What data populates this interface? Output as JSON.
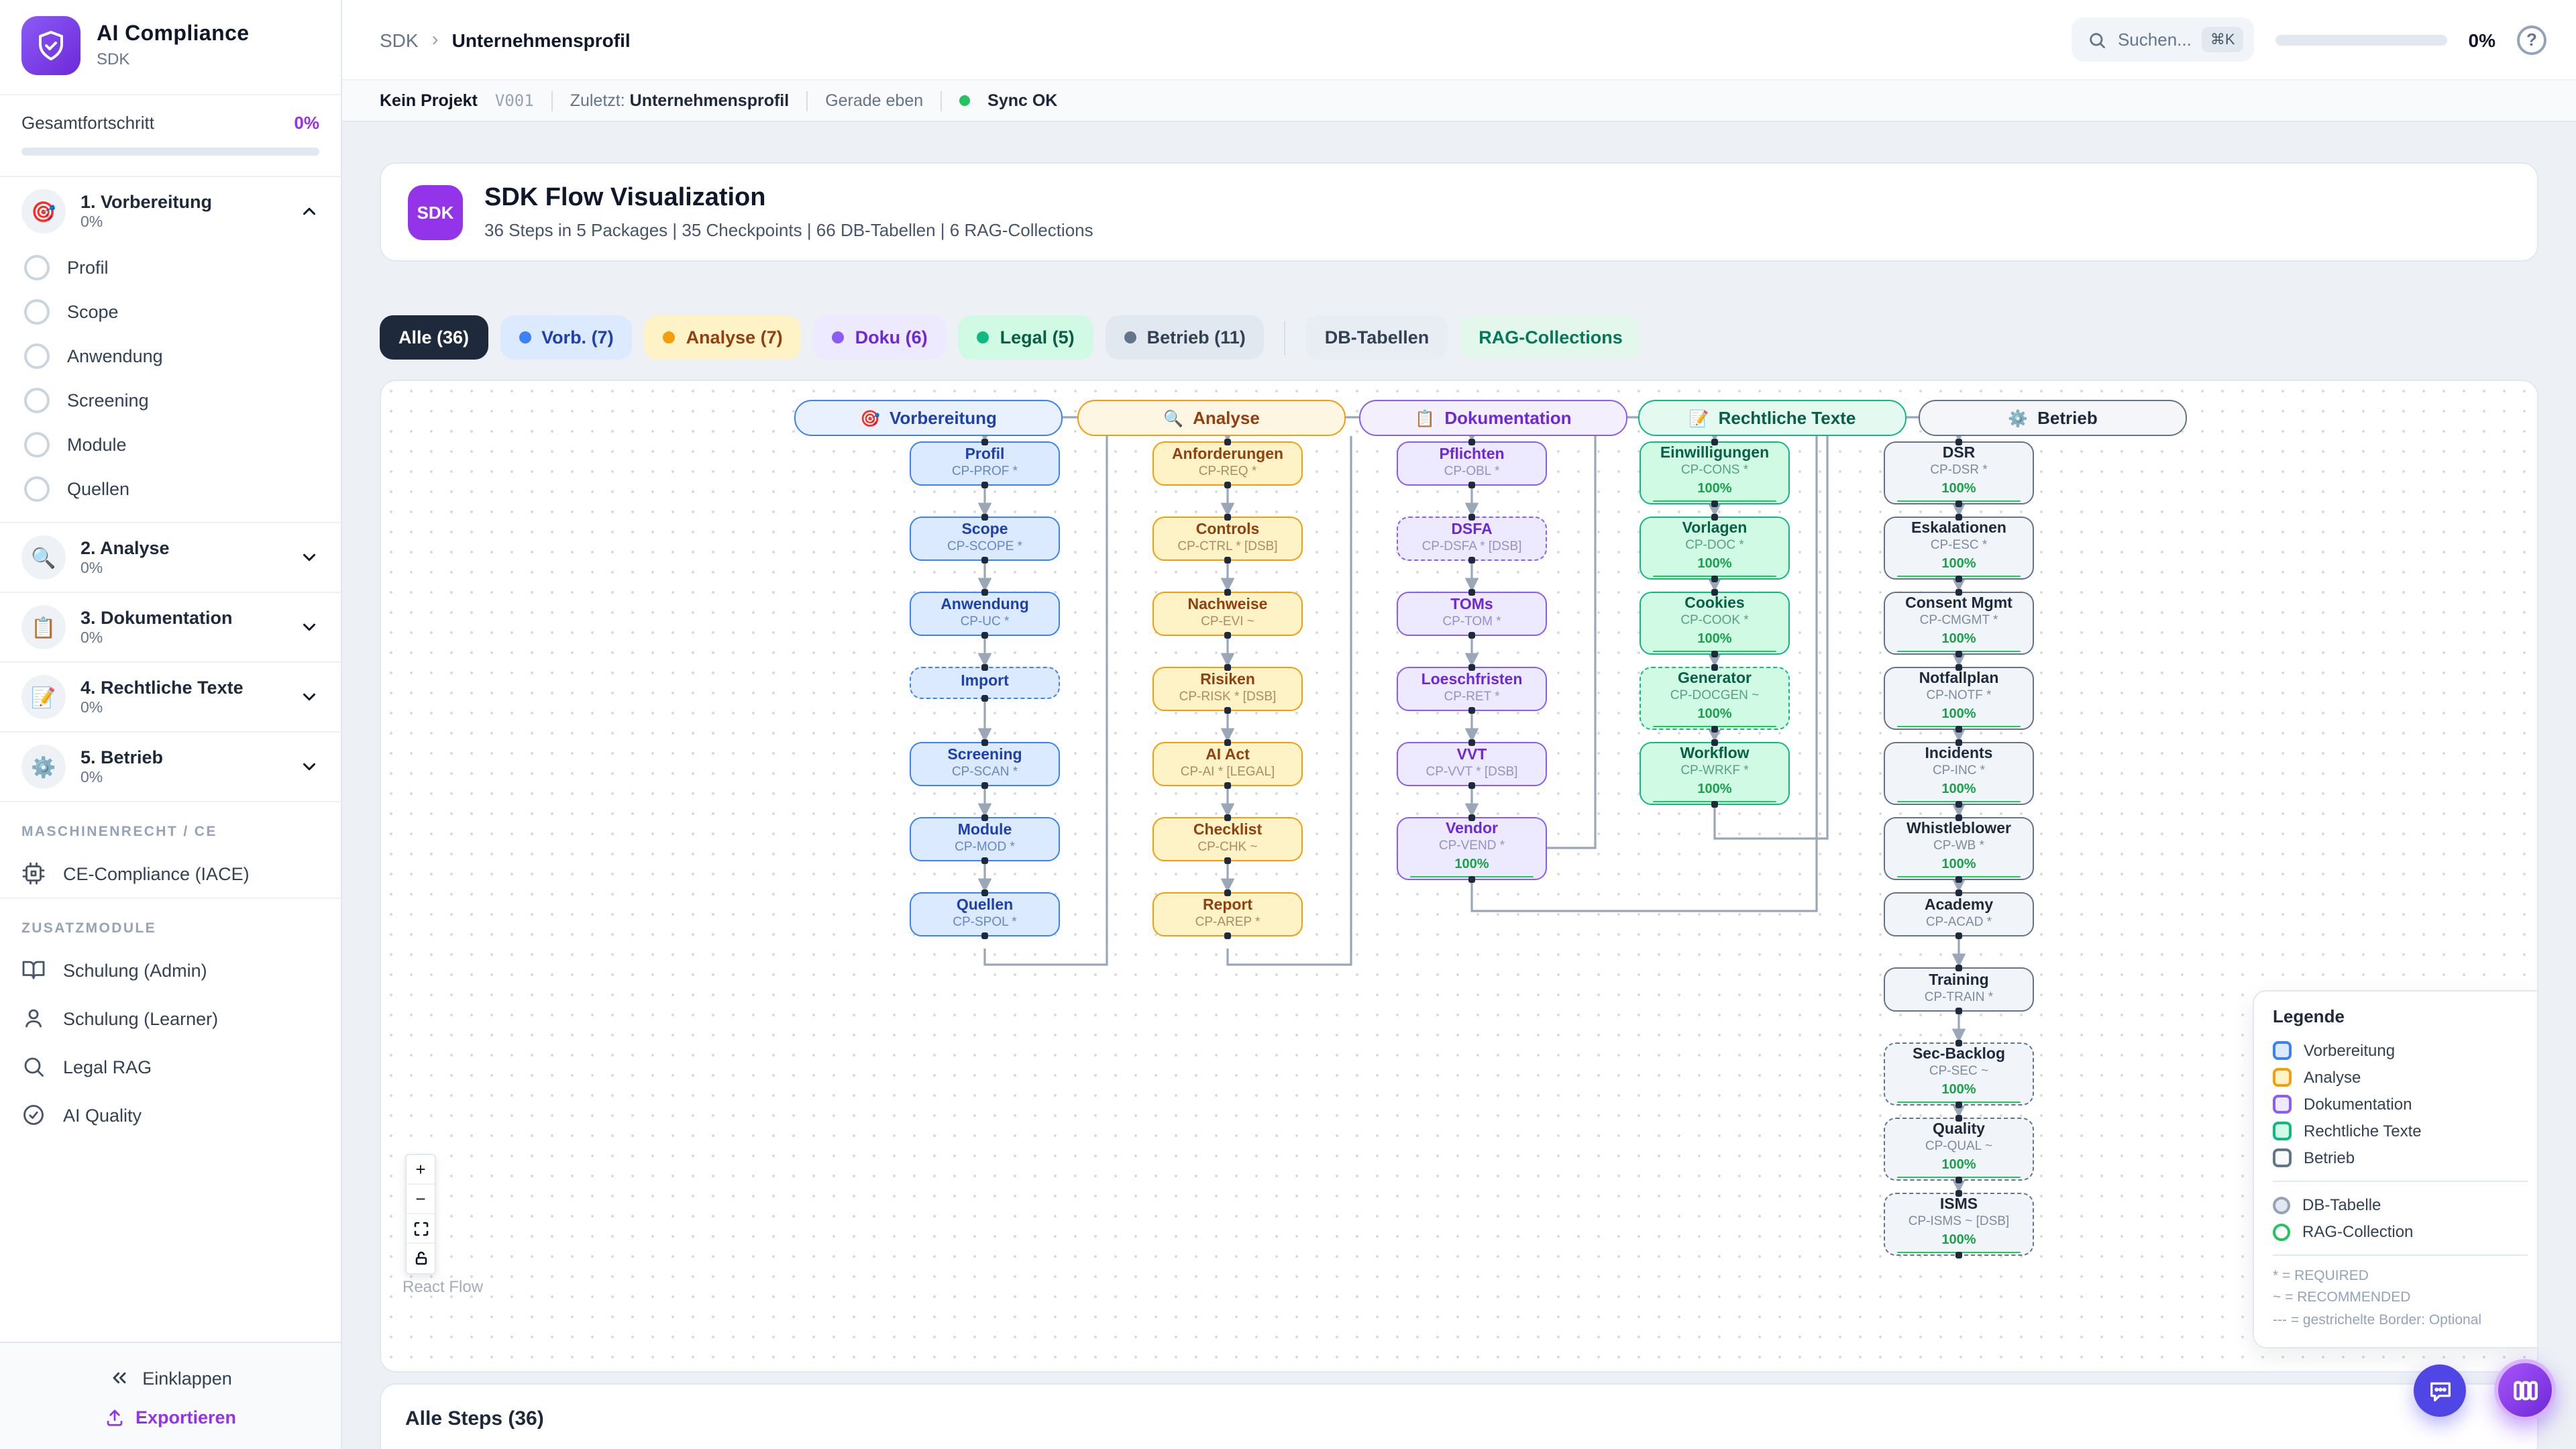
{
  "app": {
    "title": "AI Compliance",
    "subtitle": "SDK"
  },
  "sidebar": {
    "overall_label": "Gesamtfortschritt",
    "overall_pct": "0%",
    "sections": [
      {
        "label": "1. Vorbereitung",
        "pct": "0%",
        "emoji": "🎯",
        "expanded": true,
        "children": [
          "Profil",
          "Scope",
          "Anwendung",
          "Screening",
          "Module",
          "Quellen"
        ]
      },
      {
        "label": "2. Analyse",
        "pct": "0%",
        "emoji": "🔍",
        "expanded": false,
        "children": []
      },
      {
        "label": "3. Dokumentation",
        "pct": "0%",
        "emoji": "📋",
        "expanded": false,
        "children": []
      },
      {
        "label": "4. Rechtliche Texte",
        "pct": "0%",
        "emoji": "📝",
        "expanded": false,
        "children": []
      },
      {
        "label": "5. Betrieb",
        "pct": "0%",
        "emoji": "⚙️",
        "expanded": false,
        "children": []
      }
    ],
    "groups": [
      {
        "label": "MASCHINENRECHT / CE",
        "items": [
          {
            "label": "CE-Compliance (IACE)",
            "icon": "cpu-icon"
          }
        ]
      },
      {
        "label": "ZUSATZMODULE",
        "items": [
          {
            "label": "Schulung (Admin)",
            "icon": "book-icon"
          },
          {
            "label": "Schulung (Learner)",
            "icon": "user-icon"
          },
          {
            "label": "Legal RAG",
            "icon": "search-icon"
          },
          {
            "label": "AI Quality",
            "icon": "check-circle-icon"
          }
        ]
      }
    ],
    "collapse_label": "Einklappen",
    "export_label": "Exportieren"
  },
  "header": {
    "breadcrumb": {
      "root": "SDK",
      "separator": "›",
      "current": "Unternehmensprofil"
    },
    "search_placeholder": "Suchen...",
    "search_kbd": "⌘K",
    "progress_pct": "0%",
    "help_label": "?"
  },
  "statusbar": {
    "project": "Kein Projekt",
    "version": "V001",
    "last_label": "Zuletzt:",
    "last_value": "Unternehmensprofil",
    "time": "Gerade eben",
    "sync": "Sync OK"
  },
  "hero": {
    "badge": "SDK",
    "title": "SDK Flow Visualization",
    "subtitle": "36 Steps in 5 Packages | 35 Checkpoints | 66 DB-Tabellen | 6 RAG-Collections"
  },
  "chips": [
    {
      "label": "Alle (36)",
      "bg": "#1e293b",
      "fg": "#ffffff",
      "dot": null,
      "active": true
    },
    {
      "label": "Vorb. (7)",
      "bg": "#dbeafe",
      "fg": "#1e40af",
      "dot": "#3b82f6",
      "active": false
    },
    {
      "label": "Analyse (7)",
      "bg": "#fef3c7",
      "fg": "#92400e",
      "dot": "#f59e0b",
      "active": false
    },
    {
      "label": "Doku (6)",
      "bg": "#ede9fe",
      "fg": "#6d28d9",
      "dot": "#8b5cf6",
      "active": false
    },
    {
      "label": "Legal (5)",
      "bg": "#d1fae5",
      "fg": "#065f46",
      "dot": "#10b981",
      "active": false
    },
    {
      "label": "Betrieb (11)",
      "bg": "#e2e8f0",
      "fg": "#334155",
      "dot": "#64748b",
      "active": false
    }
  ],
  "extra_chips": [
    {
      "label": "DB-Tabellen",
      "bg": "#e8edf3",
      "fg": "#334155"
    },
    {
      "label": "RAG-Collections",
      "bg": "#e3f7ec",
      "fg": "#047857"
    }
  ],
  "flow": {
    "packages": [
      {
        "label": "Vorbereitung",
        "emoji": "🎯",
        "border": "#3b82f6",
        "bg": "#dbeafe",
        "headerBg": "#e8f1fd",
        "text": "#1e40af",
        "code": "#6487c9",
        "nodes": [
          {
            "title": "Profil",
            "code": "CP-PROF *"
          },
          {
            "title": "Scope",
            "code": "CP-SCOPE *"
          },
          {
            "title": "Anwendung",
            "code": "CP-UC *"
          },
          {
            "title": "Import",
            "code": null,
            "dashed": true
          },
          {
            "title": "Screening",
            "code": "CP-SCAN *"
          },
          {
            "title": "Module",
            "code": "CP-MOD *"
          },
          {
            "title": "Quellen",
            "code": "CP-SPOL *"
          }
        ]
      },
      {
        "label": "Analyse",
        "emoji": "🔍",
        "border": "#f59e0b",
        "bg": "#fef3c7",
        "headerBg": "#fdf6e3",
        "text": "#92400e",
        "code": "#b08968",
        "nodes": [
          {
            "title": "Anforderungen",
            "code": "CP-REQ *"
          },
          {
            "title": "Controls",
            "code": "CP-CTRL * [DSB]"
          },
          {
            "title": "Nachweise",
            "code": "CP-EVI ~"
          },
          {
            "title": "Risiken",
            "code": "CP-RISK * [DSB]"
          },
          {
            "title": "AI Act",
            "code": "CP-AI * [LEGAL]"
          },
          {
            "title": "Checklist",
            "code": "CP-CHK ~"
          },
          {
            "title": "Report",
            "code": "CP-AREP *"
          }
        ]
      },
      {
        "label": "Dokumentation",
        "emoji": "📋",
        "border": "#8b5cf6",
        "bg": "#ede9fe",
        "headerBg": "#f3effd",
        "text": "#6d28d9",
        "code": "#9a8fc4",
        "nodes": [
          {
            "title": "Pflichten",
            "code": "CP-OBL *"
          },
          {
            "title": "DSFA",
            "code": "CP-DSFA * [DSB]",
            "dashed": true
          },
          {
            "title": "TOMs",
            "code": "CP-TOM *"
          },
          {
            "title": "Loeschfristen",
            "code": "CP-RET *"
          },
          {
            "title": "VVT",
            "code": "CP-VVT * [DSB]"
          },
          {
            "title": "Vendor",
            "code": "CP-VEND *",
            "progress": "100%"
          }
        ]
      },
      {
        "label": "Rechtliche Texte",
        "emoji": "📝",
        "border": "#10b981",
        "bg": "#d1fae5",
        "headerBg": "#e4f9ef",
        "text": "#065f46",
        "code": "#56a183",
        "nodes": [
          {
            "title": "Einwilligungen",
            "code": "CP-CONS *",
            "progress": "100%"
          },
          {
            "title": "Vorlagen",
            "code": "CP-DOC *",
            "progress": "100%"
          },
          {
            "title": "Cookies",
            "code": "CP-COOK *",
            "progress": "100%"
          },
          {
            "title": "Generator",
            "code": "CP-DOCGEN ~",
            "progress": "100%",
            "dashed": true
          },
          {
            "title": "Workflow",
            "code": "CP-WRKF *",
            "progress": "100%"
          }
        ]
      },
      {
        "label": "Betrieb",
        "emoji": "⚙️",
        "border": "#64748b",
        "bg": "#f1f5f9",
        "headerBg": "#f4f6f9",
        "text": "#1e293b",
        "code": "#7d8aa0",
        "nodes": [
          {
            "title": "DSR",
            "code": "CP-DSR *",
            "progress": "100%"
          },
          {
            "title": "Eskalationen",
            "code": "CP-ESC *",
            "progress": "100%"
          },
          {
            "title": "Consent Mgmt",
            "code": "CP-CMGMT *",
            "progress": "100%"
          },
          {
            "title": "Notfallplan",
            "code": "CP-NOTF *",
            "progress": "100%"
          },
          {
            "title": "Incidents",
            "code": "CP-INC *",
            "progress": "100%"
          },
          {
            "title": "Whistleblower",
            "code": "CP-WB *",
            "progress": "100%"
          },
          {
            "title": "Academy",
            "code": "CP-ACAD *"
          },
          {
            "title": "Training",
            "code": "CP-TRAIN *"
          },
          {
            "title": "Sec-Backlog",
            "code": "CP-SEC ~",
            "progress": "100%",
            "dashed": true
          },
          {
            "title": "Quality",
            "code": "CP-QUAL ~",
            "progress": "100%",
            "dashed": true
          },
          {
            "title": "ISMS",
            "code": "CP-ISMS ~ [DSB]",
            "progress": "100%",
            "dashed": true
          }
        ]
      }
    ]
  },
  "legend": {
    "title": "Legende",
    "package_items": [
      {
        "label": "Vorbereitung",
        "border": "#3b82f6",
        "bg": "#dbeafe"
      },
      {
        "label": "Analyse",
        "border": "#f59e0b",
        "bg": "#fef3c7"
      },
      {
        "label": "Dokumentation",
        "border": "#8b5cf6",
        "bg": "#ede9fe"
      },
      {
        "label": "Rechtliche Texte",
        "border": "#10b981",
        "bg": "#d1fae5"
      },
      {
        "label": "Betrieb",
        "border": "#64748b",
        "bg": "#f8fafc"
      }
    ],
    "shape_items": [
      {
        "label": "DB-Tabelle",
        "border": "#94a3b8",
        "bg": "#e2e8f0"
      },
      {
        "label": "RAG-Collection",
        "border": "#22c55e",
        "bg": "#ffffff"
      }
    ],
    "notes": [
      "* = REQUIRED",
      "~ = RECOMMENDED",
      "--- = gestrichelte Border: Optional"
    ]
  },
  "canvas_controls": {
    "attribution": "React Flow",
    "buttons": [
      "zoom-in",
      "zoom-out",
      "fit-view",
      "lock"
    ]
  },
  "steps_panel": {
    "title": "Alle Steps (36)"
  },
  "colors": {
    "accent": "#9333ea",
    "sync_ok": "#22c55e",
    "progress_green": "#22c55e",
    "edge": "#9aa7b8"
  }
}
